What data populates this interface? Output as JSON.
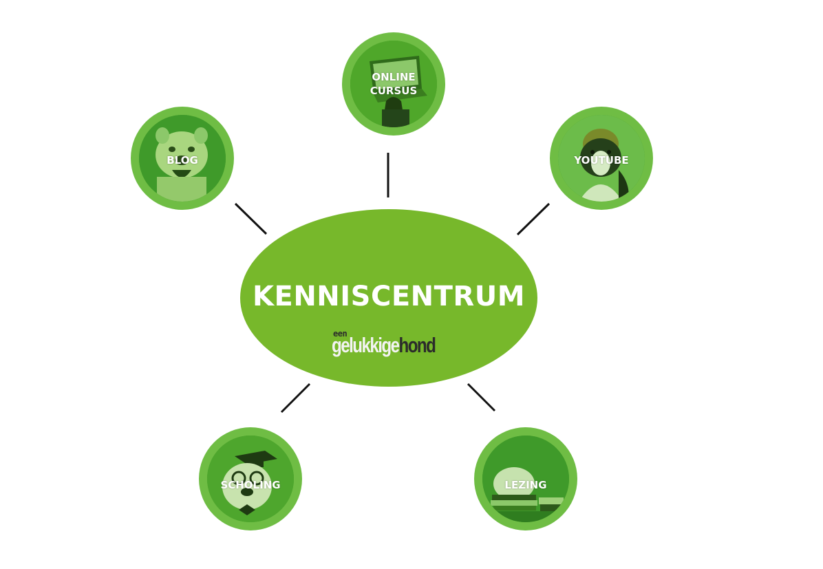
{
  "center": {
    "title": "KENNISCENTRUM",
    "logo_small": "een",
    "logo_part1": "gelukkige",
    "logo_part2": "hond"
  },
  "nodes": [
    {
      "id": "online-cursus",
      "label_line1": "ONLINE",
      "label_line2": "CURSUS",
      "image_icon": "laptop-dog-icon"
    },
    {
      "id": "blog",
      "label_line1": "BLOG",
      "image_icon": "bulldog-icon"
    },
    {
      "id": "youtube",
      "label_line1": "YOUTUBE",
      "image_icon": "bernese-dog-icon"
    },
    {
      "id": "scholing",
      "label_line1": "SCHOLING",
      "image_icon": "graduate-dog-icon"
    },
    {
      "id": "lezing",
      "label_line1": "LEZING",
      "image_icon": "books-dog-icon"
    }
  ],
  "colors": {
    "center_fill": "#77b82b",
    "node_ring": "#6fbd44",
    "node_photo": "#3f9a2a",
    "connector": "#111111",
    "text": "#ffffff"
  }
}
